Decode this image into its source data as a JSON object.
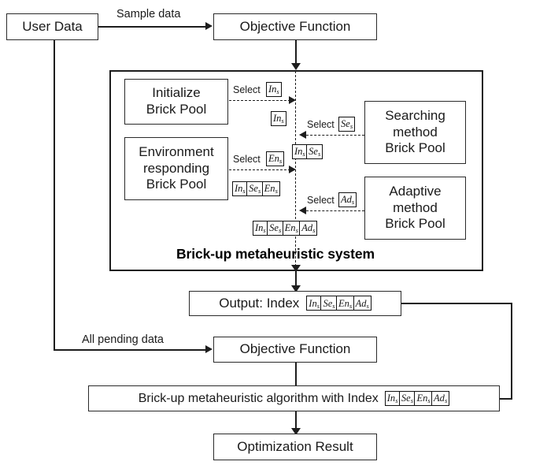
{
  "diagram": {
    "title_label": "Brick-up metaheuristic system",
    "nodes": {
      "user_data": "User Data",
      "objective_function_top": "Objective Function",
      "objective_function_bottom": "Objective Function",
      "initialize_pool": [
        "Initialize",
        "Brick Pool"
      ],
      "environment_pool": [
        "Environment",
        "responding",
        "Brick Pool"
      ],
      "searching_pool": [
        "Searching",
        "method",
        "Brick Pool"
      ],
      "adaptive_pool": [
        "Adaptive",
        "method",
        "Brick Pool"
      ],
      "output_index": "Output: Index",
      "algorithm": "Brick-up metaheuristic algorithm with Index",
      "optimization_result": "Optimization Result"
    },
    "edge_labels": {
      "sample_data": "Sample data",
      "all_pending_data": "All pending data",
      "select": "Select"
    },
    "symbols": {
      "ins": "In",
      "ses": "Se",
      "ens": "En",
      "ads": "Ad",
      "subscript": "s"
    },
    "chains": {
      "c1": [
        "In"
      ],
      "c2": [
        "In",
        "Se"
      ],
      "c3": [
        "In",
        "Se",
        "En"
      ],
      "c4": [
        "In",
        "Se",
        "En",
        "Ad"
      ],
      "output_chain": [
        "In",
        "Se",
        "En",
        "Ad"
      ],
      "algorithm_chain": [
        "In",
        "Se",
        "En",
        "Ad"
      ]
    },
    "colors": {
      "stroke": "#1d1d1d",
      "background": "#ffffff",
      "text": "#1a1a1a"
    }
  }
}
